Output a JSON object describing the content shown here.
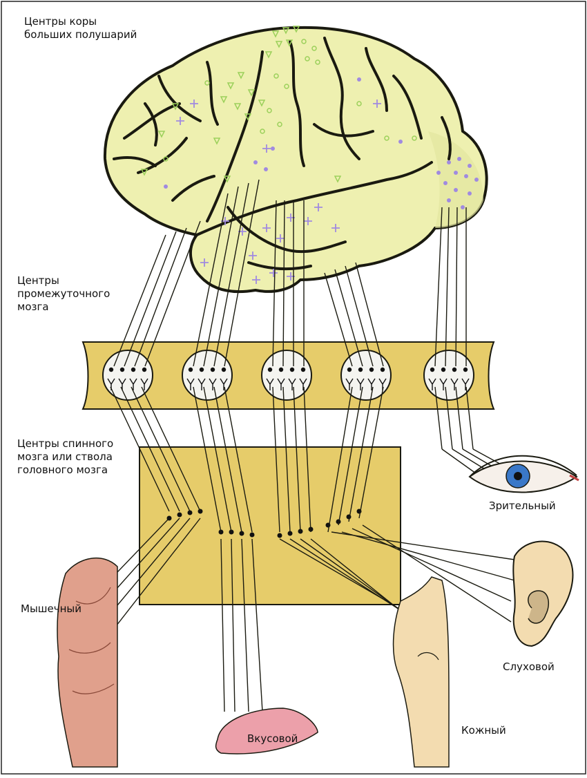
{
  "labels": {
    "cortex": "Центры коры\nбольших полушарий",
    "diencephalon": "Центры\nпромежуточного\nмозга",
    "spinal": "Центры спинного\nмозга или ствола\nголовного мозга",
    "visual": "Зрительный",
    "auditory": "Слуховой",
    "muscular": "Мышечный",
    "taste": "Вкусовой",
    "skin": "Кожный"
  },
  "colors": {
    "brain_fill": "#eef0b0",
    "brain_outline": "#1a1a10",
    "band_fill": "#e6cc6a",
    "spinal_fill": "#e6cc6a",
    "visual_marker": "#9bd05a",
    "auditory_marker": "#a08ae0",
    "skin_tone": "#f3dcb0",
    "muscle_tone": "#e0a08c",
    "tongue_tone": "#eca0aa",
    "iris": "#3a78c8"
  },
  "icons": [
    "brain-illustration",
    "eye-illustration",
    "ear-illustration",
    "muscle-illustration",
    "tongue-illustration",
    "skin-illustration",
    "neuron-circle-icon"
  ]
}
